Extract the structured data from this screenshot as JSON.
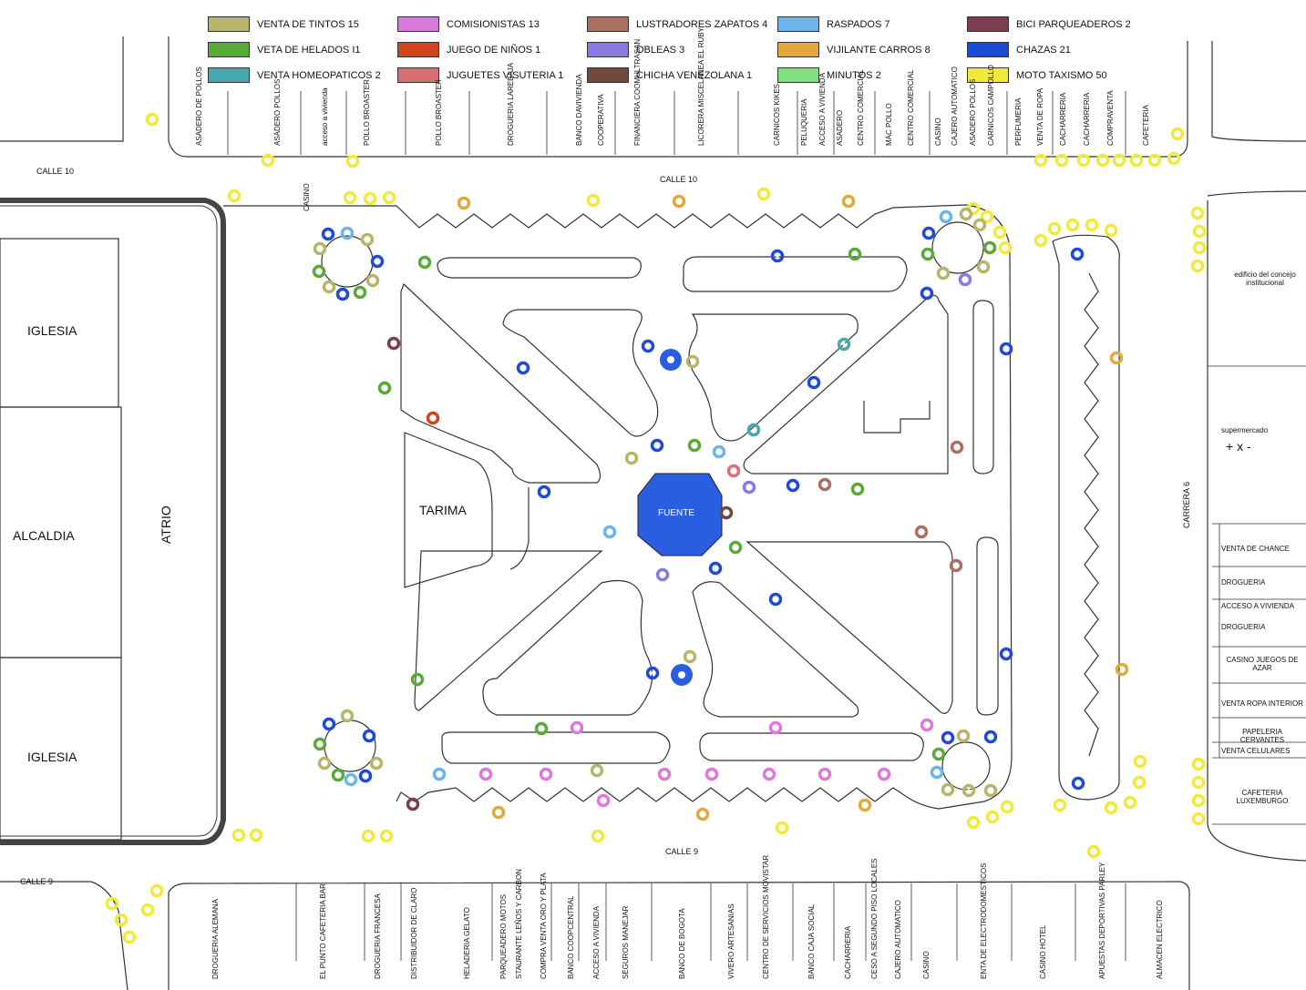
{
  "legend": [
    {
      "label": "VENTA DE TINTOS  15",
      "color": "#b7b56a"
    },
    {
      "label": "VETA DE HELADOS I1",
      "color": "#5aaa3a"
    },
    {
      "label": "VENTA HOMEOPATICOS 2",
      "color": "#46a7ad"
    },
    {
      "label": "COMISIONISTAS 13",
      "color": "#dd78dd"
    },
    {
      "label": "JUEGO DE NIÑOS 1",
      "color": "#d2441f"
    },
    {
      "label": "JUGUETES VISUTERIA 1",
      "color": "#d86f74"
    },
    {
      "label": "LUSTRADORES ZAPATOS 4",
      "color": "#a96f5f"
    },
    {
      "label": "OBLEAS 3",
      "color": "#8a78e4"
    },
    {
      "label": "CHICHA VENEZOLANA 1",
      "color": "#6f4a3d"
    },
    {
      "label": "RASPADOS 7",
      "color": "#6ab6ec"
    },
    {
      "label": "VIJILANTE CARROS  8",
      "color": "#e0a93a"
    },
    {
      "label": "MINUTOS 2",
      "color": "#7fe07f"
    },
    {
      "label": "BICI PARQUEADEROS 2",
      "color": "#7a3e4e"
    },
    {
      "label": "CHAZAS 21",
      "color": "#1f4ad8"
    },
    {
      "label": "MOTO TAXISMO 50",
      "color": "#f2ea3a"
    }
  ],
  "streets": {
    "calle10_left": "CALLE 10",
    "calle10_center": "CALLE 10",
    "calle9_left": "CALLE 9",
    "calle9_center": "CALLE 9",
    "carrera6": "CARRERA 6"
  },
  "blocks": {
    "iglesia_top": "IGLESIA",
    "alcaldia": "ALCALDIA",
    "iglesia_bottom": "IGLESIA",
    "atrio": "ATRIO",
    "tarima": "TARIMA",
    "fuente": "FUENTE",
    "casino": "CASINO"
  },
  "top_businesses": [
    "ASADERO DE POLLOS",
    "ASADERO POLLOS",
    "acceso a vivienda",
    "POLLO BROASTER",
    "POLLO BROASTER",
    "DROGUERIA LAREBAJA",
    "BANCO DAVIVIENDA",
    "COOPERATIVA",
    "FINANCIERA COOMULTRASAN",
    "LICORERA MISCELANEA EL RUBY",
    "CARNICOS KIKES",
    "PELUQUERIA",
    "ACCESO A VIVIENDA",
    "ASADERO",
    "CENTRO COMERCIAL",
    "MAC POLLO",
    "CENTRO COMERCIAL",
    "CASINO",
    "CAJERO AUTOMATICO",
    "ASADERO POLLOS",
    "CARNICOS CAMPOLLO",
    "PERFUMERIA",
    "VENTA DE ROPA",
    "CACHARRERIA",
    "CACHARRERIA",
    "COMPRAVENTA",
    "CAFETERIA"
  ],
  "bottom_businesses": [
    "DROGUERIA ALEMANA",
    "EL PUNTO CAFETERIA BAR",
    "DROGUERIA FRANCESA",
    "DISTRIBUIDOR DE CLARO",
    "HELADERIA GELATO",
    "PARQUEADERO MOTOS",
    "STAURANTE LEÑOS Y CARBON",
    "COMPRA VENTA ORO Y PLATA",
    "BANCO COOPCENTRAL",
    "ACCESO A VIVIENDA",
    "SEGUROS MANEJAR",
    "BANCO DE BOGOTA",
    "VIVERO ARTESANIAS",
    "CENTRO DE SERVICIOS MOVISTAR",
    "BANCO CAJA SOCIAL",
    "CACHARRERIA",
    "CESO A SEGUNDO PISO LOCALES",
    "CAJERO AUTOMATICO",
    "CASINO",
    "ENTA DE ELECTRODOMESTICOS",
    "CASINO HOTEL",
    "APUESTAS DEPORTIVAS PARLEY",
    "ALMACEN ELECTRICO"
  ],
  "right_businesses": [
    "edificio del concejo institucional",
    "supermercado",
    "+ x -",
    "VENTA DE CHANCE",
    "DROGUERIA",
    "ACCESO A VIVIENDA",
    "DROGUERIA",
    "CASINO JUEGOS DE AZAR",
    "VENTA ROPA INTERIOR",
    "PAPELERIA CERVANTES",
    "VENTA CELULARES",
    "CAFETERIA LUXEMBURGO"
  ]
}
